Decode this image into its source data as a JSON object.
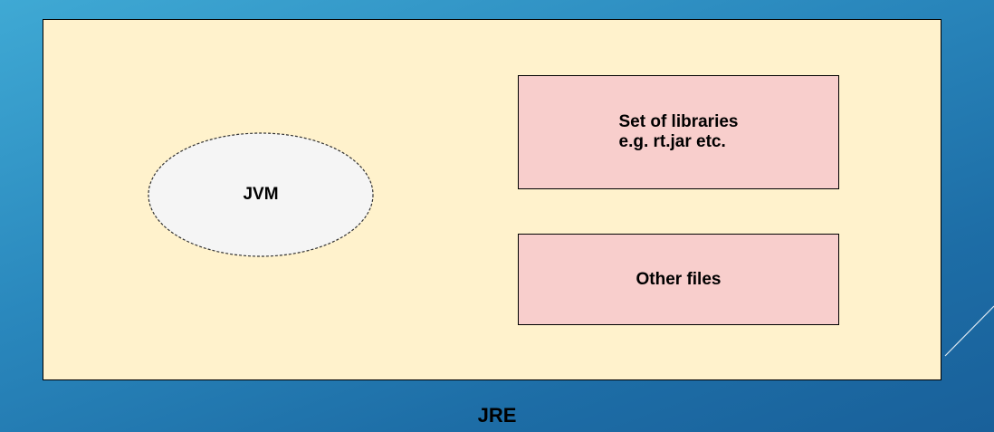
{
  "diagram": {
    "container_label": "JRE",
    "nodes": [
      {
        "id": "jvm",
        "shape": "ellipse",
        "style": "dashed-outline",
        "label": "JVM"
      },
      {
        "id": "libraries",
        "shape": "rectangle",
        "lines": [
          "Set of libraries",
          "e.g. rt.jar etc."
        ]
      },
      {
        "id": "other",
        "shape": "rectangle",
        "label": "Other files"
      }
    ]
  },
  "colors": {
    "container_fill": "#fff2cc",
    "ellipse_fill": "#f5f5f5",
    "box_fill": "#f8cecc",
    "background": "#2a88bd"
  }
}
